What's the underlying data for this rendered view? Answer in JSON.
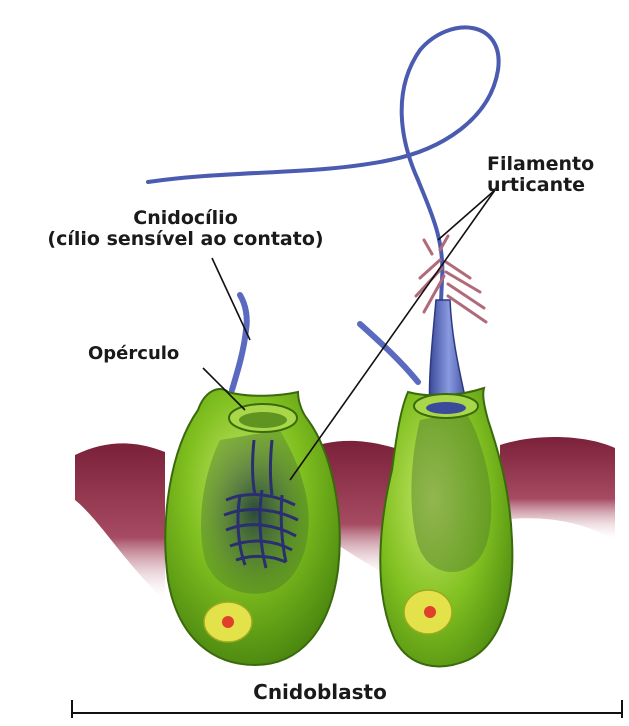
{
  "labels": {
    "cnidocilio_line1": "Cnidocílio",
    "cnidocilio_line2": "(cílio sensível ao contato)",
    "operculo": "Opérculo",
    "filamento_line1": "Filamento",
    "filamento_line2": "urticante",
    "cnidoblasto": "Cnidoblasto"
  },
  "colors": {
    "cell_green": "#7fbf1f",
    "cell_dark": "#3a6a0c",
    "tissue": "#8b2f47",
    "filament": "#4a5bb0",
    "nucleus": "#e4e24a",
    "nucleolus": "#e0402a",
    "leader_line": "#111111"
  }
}
